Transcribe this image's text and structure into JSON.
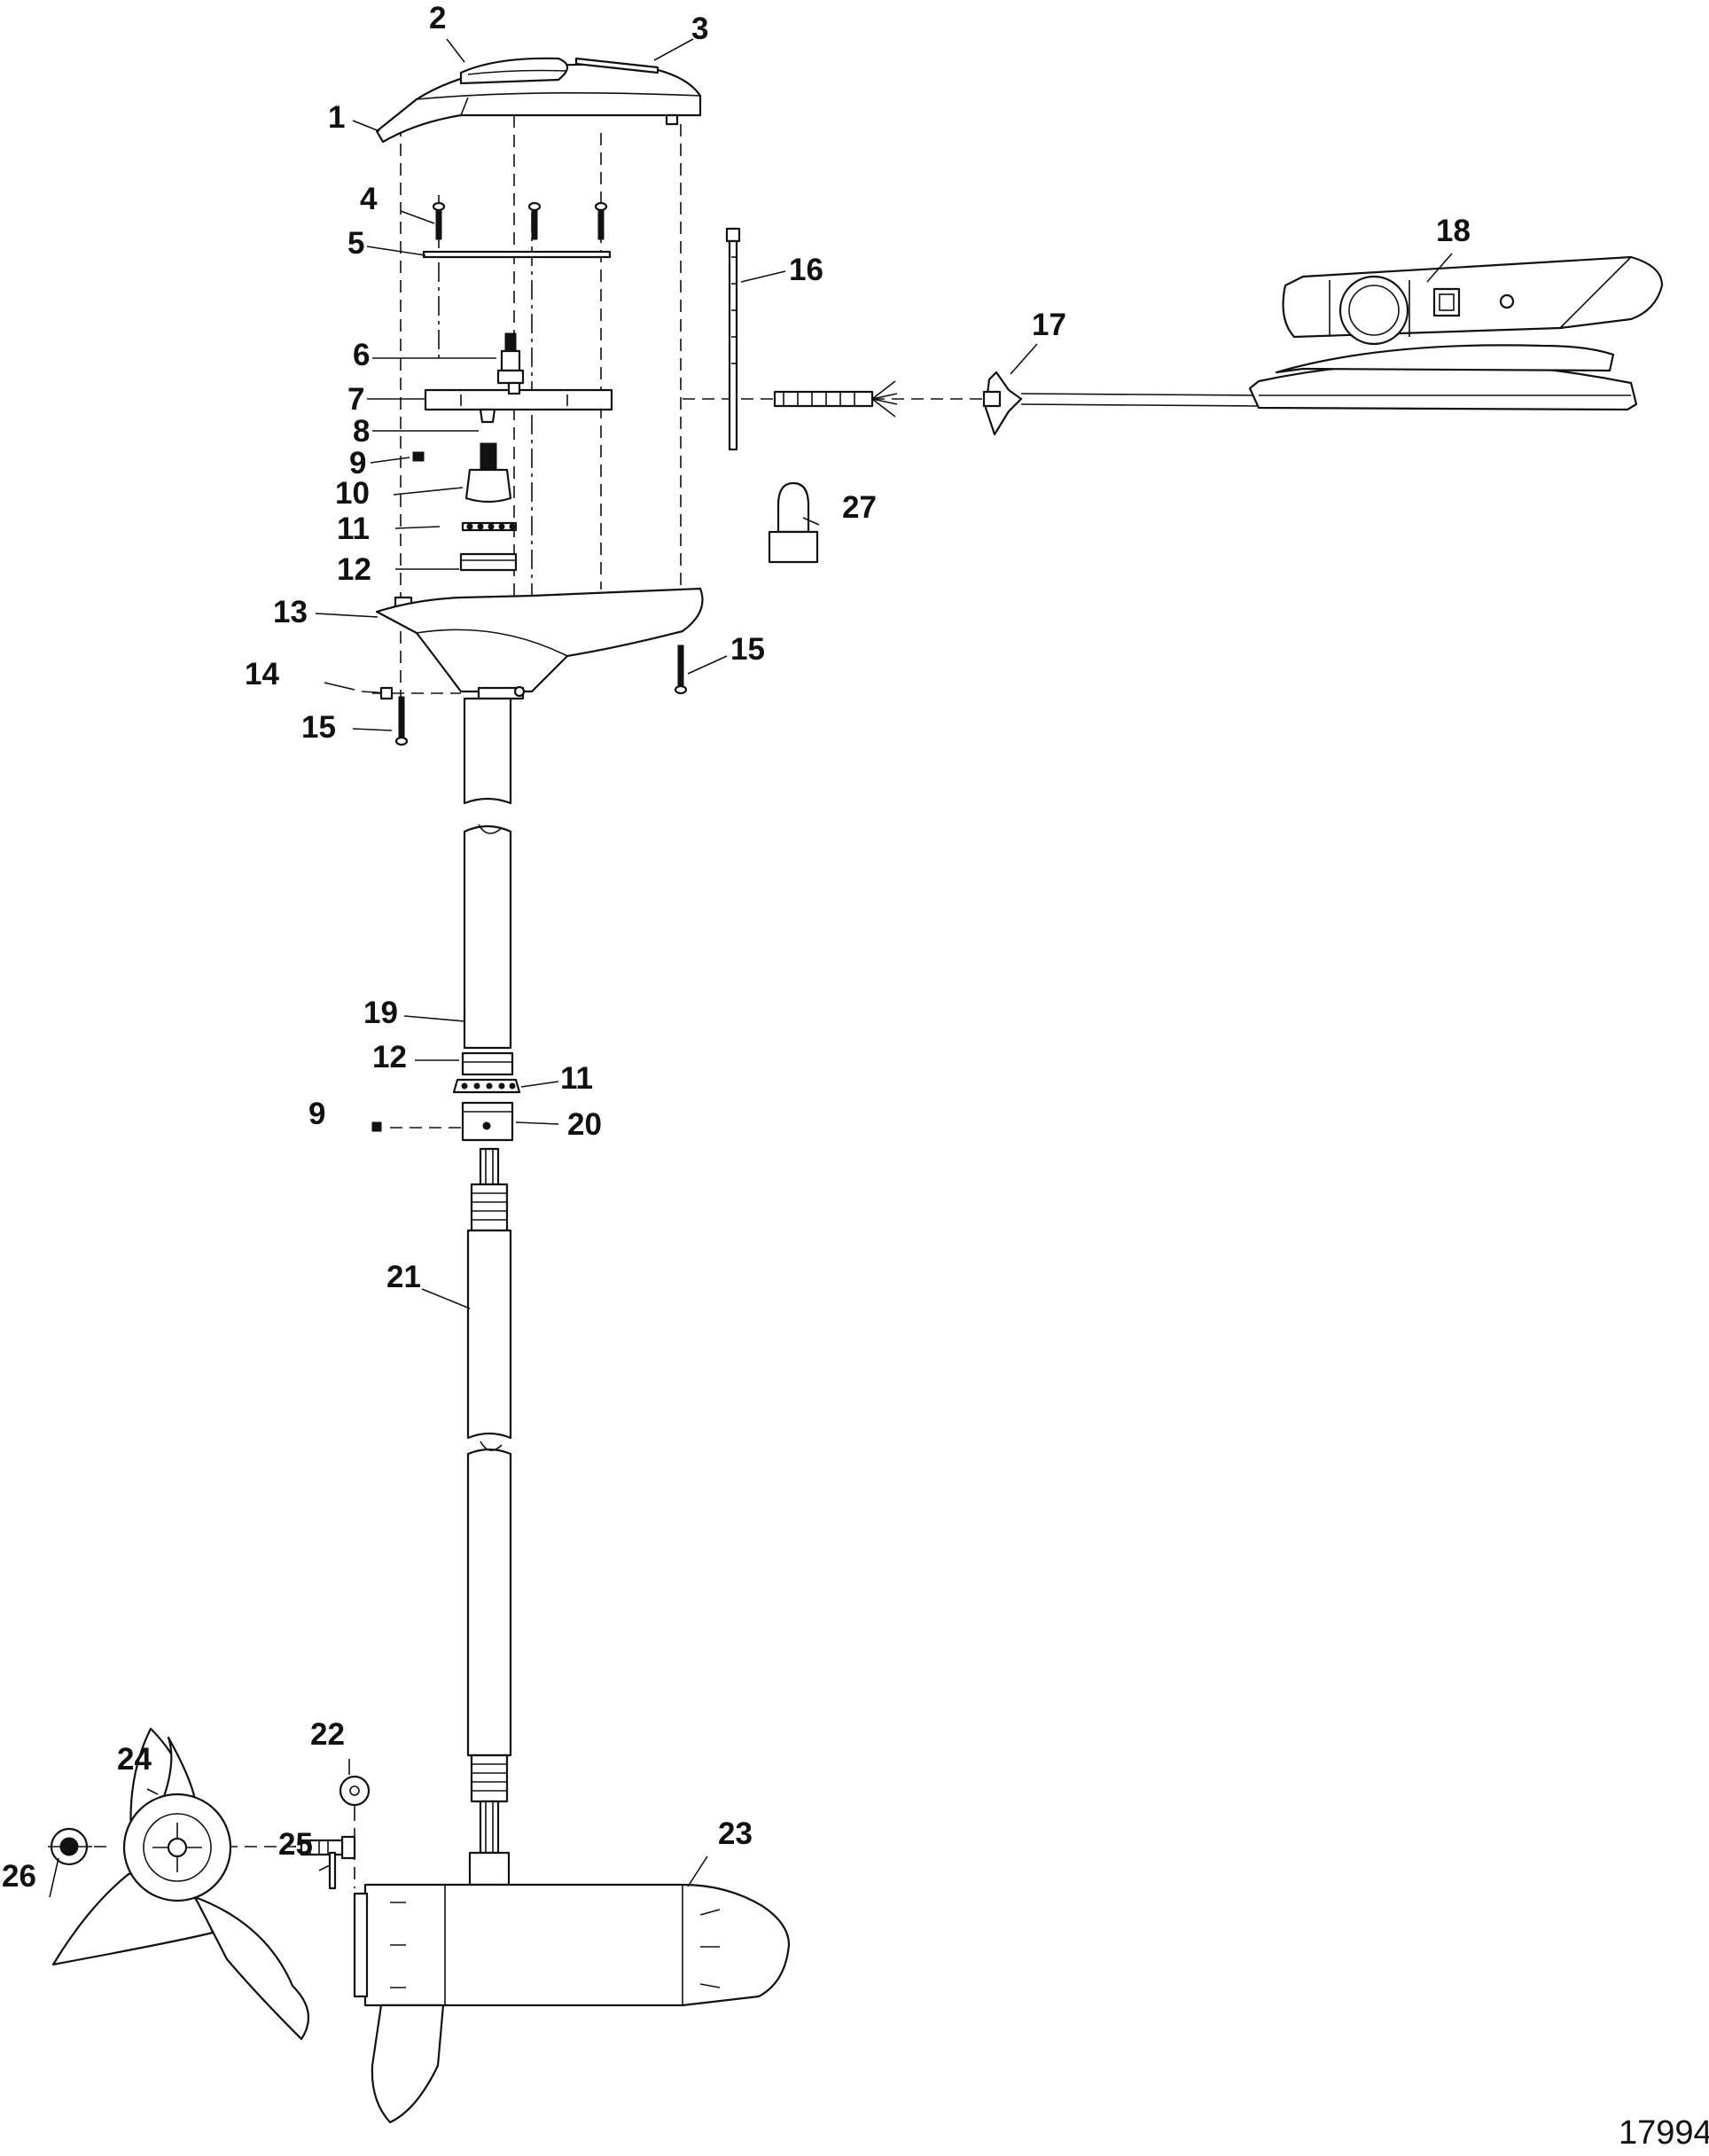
{
  "figure_number": "17994",
  "callouts": [
    {
      "key": "c1",
      "text": "1"
    },
    {
      "key": "c2",
      "text": "2"
    },
    {
      "key": "c3",
      "text": "3"
    },
    {
      "key": "c4",
      "text": "4"
    },
    {
      "key": "c5",
      "text": "5"
    },
    {
      "key": "c6",
      "text": "6"
    },
    {
      "key": "c7",
      "text": "7"
    },
    {
      "key": "c8",
      "text": "8"
    },
    {
      "key": "c9a",
      "text": "9"
    },
    {
      "key": "c10",
      "text": "10"
    },
    {
      "key": "c11a",
      "text": "11"
    },
    {
      "key": "c12a",
      "text": "12"
    },
    {
      "key": "c13",
      "text": "13"
    },
    {
      "key": "c14",
      "text": "14"
    },
    {
      "key": "c15a",
      "text": "15"
    },
    {
      "key": "c15b",
      "text": "15"
    },
    {
      "key": "c16",
      "text": "16"
    },
    {
      "key": "c17",
      "text": "17"
    },
    {
      "key": "c18",
      "text": "18"
    },
    {
      "key": "c19",
      "text": "19"
    },
    {
      "key": "c12b",
      "text": "12"
    },
    {
      "key": "c11b",
      "text": "11"
    },
    {
      "key": "c9b",
      "text": "9"
    },
    {
      "key": "c20",
      "text": "20"
    },
    {
      "key": "c21",
      "text": "21"
    },
    {
      "key": "c22",
      "text": "22"
    },
    {
      "key": "c23",
      "text": "23"
    },
    {
      "key": "c24",
      "text": "24"
    },
    {
      "key": "c25",
      "text": "25"
    },
    {
      "key": "c26",
      "text": "26"
    },
    {
      "key": "c27",
      "text": "27"
    }
  ]
}
